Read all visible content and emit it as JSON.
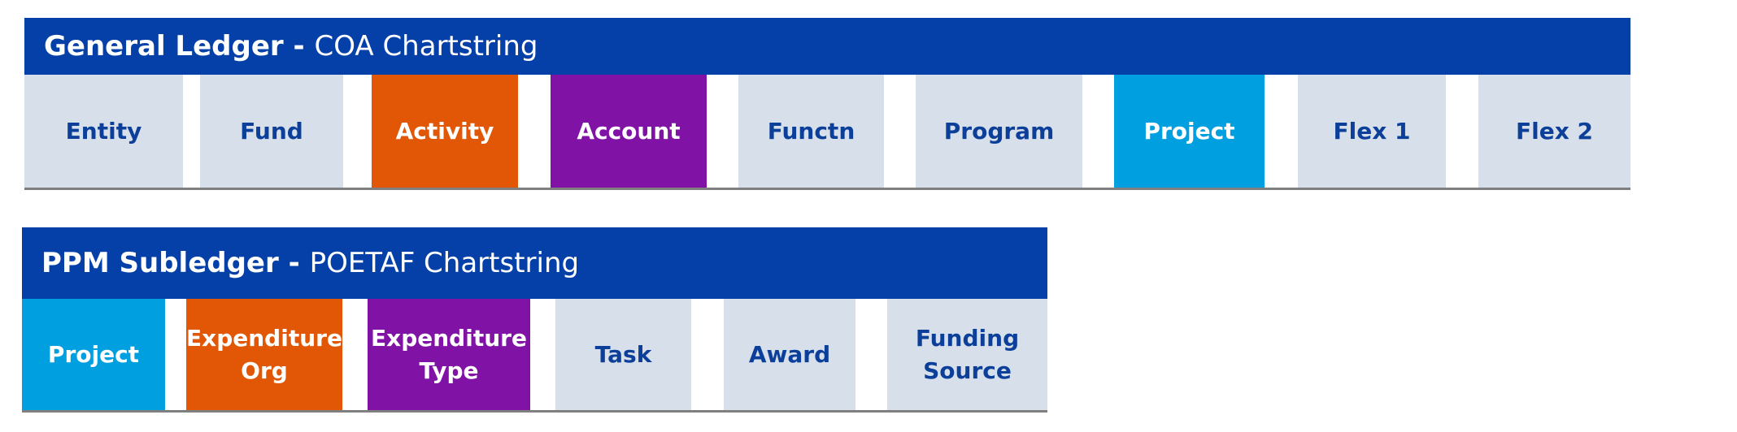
{
  "colors": {
    "header_bg": "#0540a8",
    "neutral_bg": "#d7e0ea",
    "neutral_text": "#0b3f99",
    "orange": "#e25705",
    "purple": "#8012a5",
    "cyan": "#009fe0",
    "white_text": "#ffffff",
    "rule": "#7f7f7f"
  },
  "gl": {
    "title_bold": "General Ledger",
    "separator": " - ",
    "title_light": "COA Chartstring",
    "segments": [
      {
        "label": "Entity",
        "style": "neutral"
      },
      {
        "label": "Fund",
        "style": "neutral"
      },
      {
        "label": "Activity",
        "style": "orange"
      },
      {
        "label": "Account",
        "style": "purple"
      },
      {
        "label": "Functn",
        "style": "neutral"
      },
      {
        "label": "Program",
        "style": "neutral"
      },
      {
        "label": "Project",
        "style": "cyan"
      },
      {
        "label": "Flex 1",
        "style": "neutral"
      },
      {
        "label": "Flex 2",
        "style": "neutral"
      }
    ]
  },
  "ppm": {
    "title_bold": "PPM Subledger",
    "separator": " - ",
    "title_light": "POETAF Chartstring",
    "segments": [
      {
        "label": "Project",
        "style": "cyan"
      },
      {
        "label": "Expenditure\nOrg",
        "style": "orange"
      },
      {
        "label": "Expenditure\nType",
        "style": "purple"
      },
      {
        "label": "Task",
        "style": "neutral"
      },
      {
        "label": "Award",
        "style": "neutral"
      },
      {
        "label": "Funding\nSource",
        "style": "neutral"
      }
    ]
  }
}
